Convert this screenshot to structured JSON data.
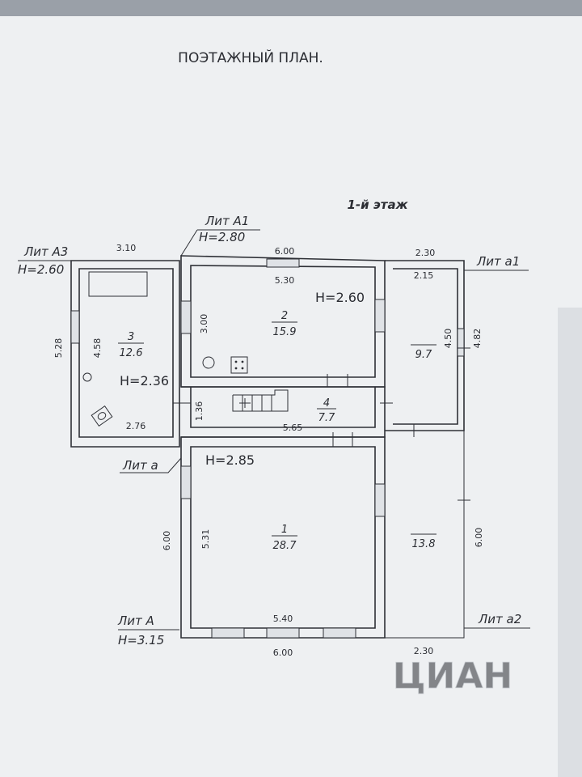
{
  "title": "ПОЭТАЖНЫЙ ПЛАН.",
  "floor": "1-й этаж",
  "litera": {
    "a3": {
      "name": "Лит А3",
      "height": "H=2.60"
    },
    "a1": {
      "name": "Лит А1",
      "height": "H=2.80"
    },
    "la1": {
      "name": "Лит а1"
    },
    "la": {
      "name": "Лит а"
    },
    "A": {
      "name": "Лит А",
      "height": "H=3.15"
    },
    "la2": {
      "name": "Лит а2"
    }
  },
  "rooms": [
    {
      "number": "1",
      "area": "28.7",
      "height": "H=2.85"
    },
    {
      "number": "2",
      "area": "15.9",
      "height": "H=2.60"
    },
    {
      "number": "3",
      "area": "12.6",
      "height": "H=2.36"
    },
    {
      "number": "4",
      "area": "7.7"
    },
    {
      "number": "",
      "area": "9.7"
    },
    {
      "number": "",
      "area": "13.8"
    }
  ],
  "dimensions": {
    "top_left": "3.10",
    "top_mid_outer": "6.00",
    "top_mid_inner": "5.30",
    "top_right_outer": "2.30",
    "top_right_inner": "2.15",
    "left_a3_outer": "5.28",
    "left_a3_inner": "4.58",
    "room2_height": "3.00",
    "room9_inner": "4.50",
    "room9_outer": "4.82",
    "room3_bottom": "2.76",
    "hall_width": "1.36",
    "hall_length": "5.65",
    "lit_a_left": "6.00",
    "room1_inner": "5.31",
    "right_a2": "6.00",
    "room1_bottom_inner": "5.40",
    "bottom_outer": "6.00",
    "bottom_right": "2.30"
  },
  "watermark": "ЦИАН"
}
